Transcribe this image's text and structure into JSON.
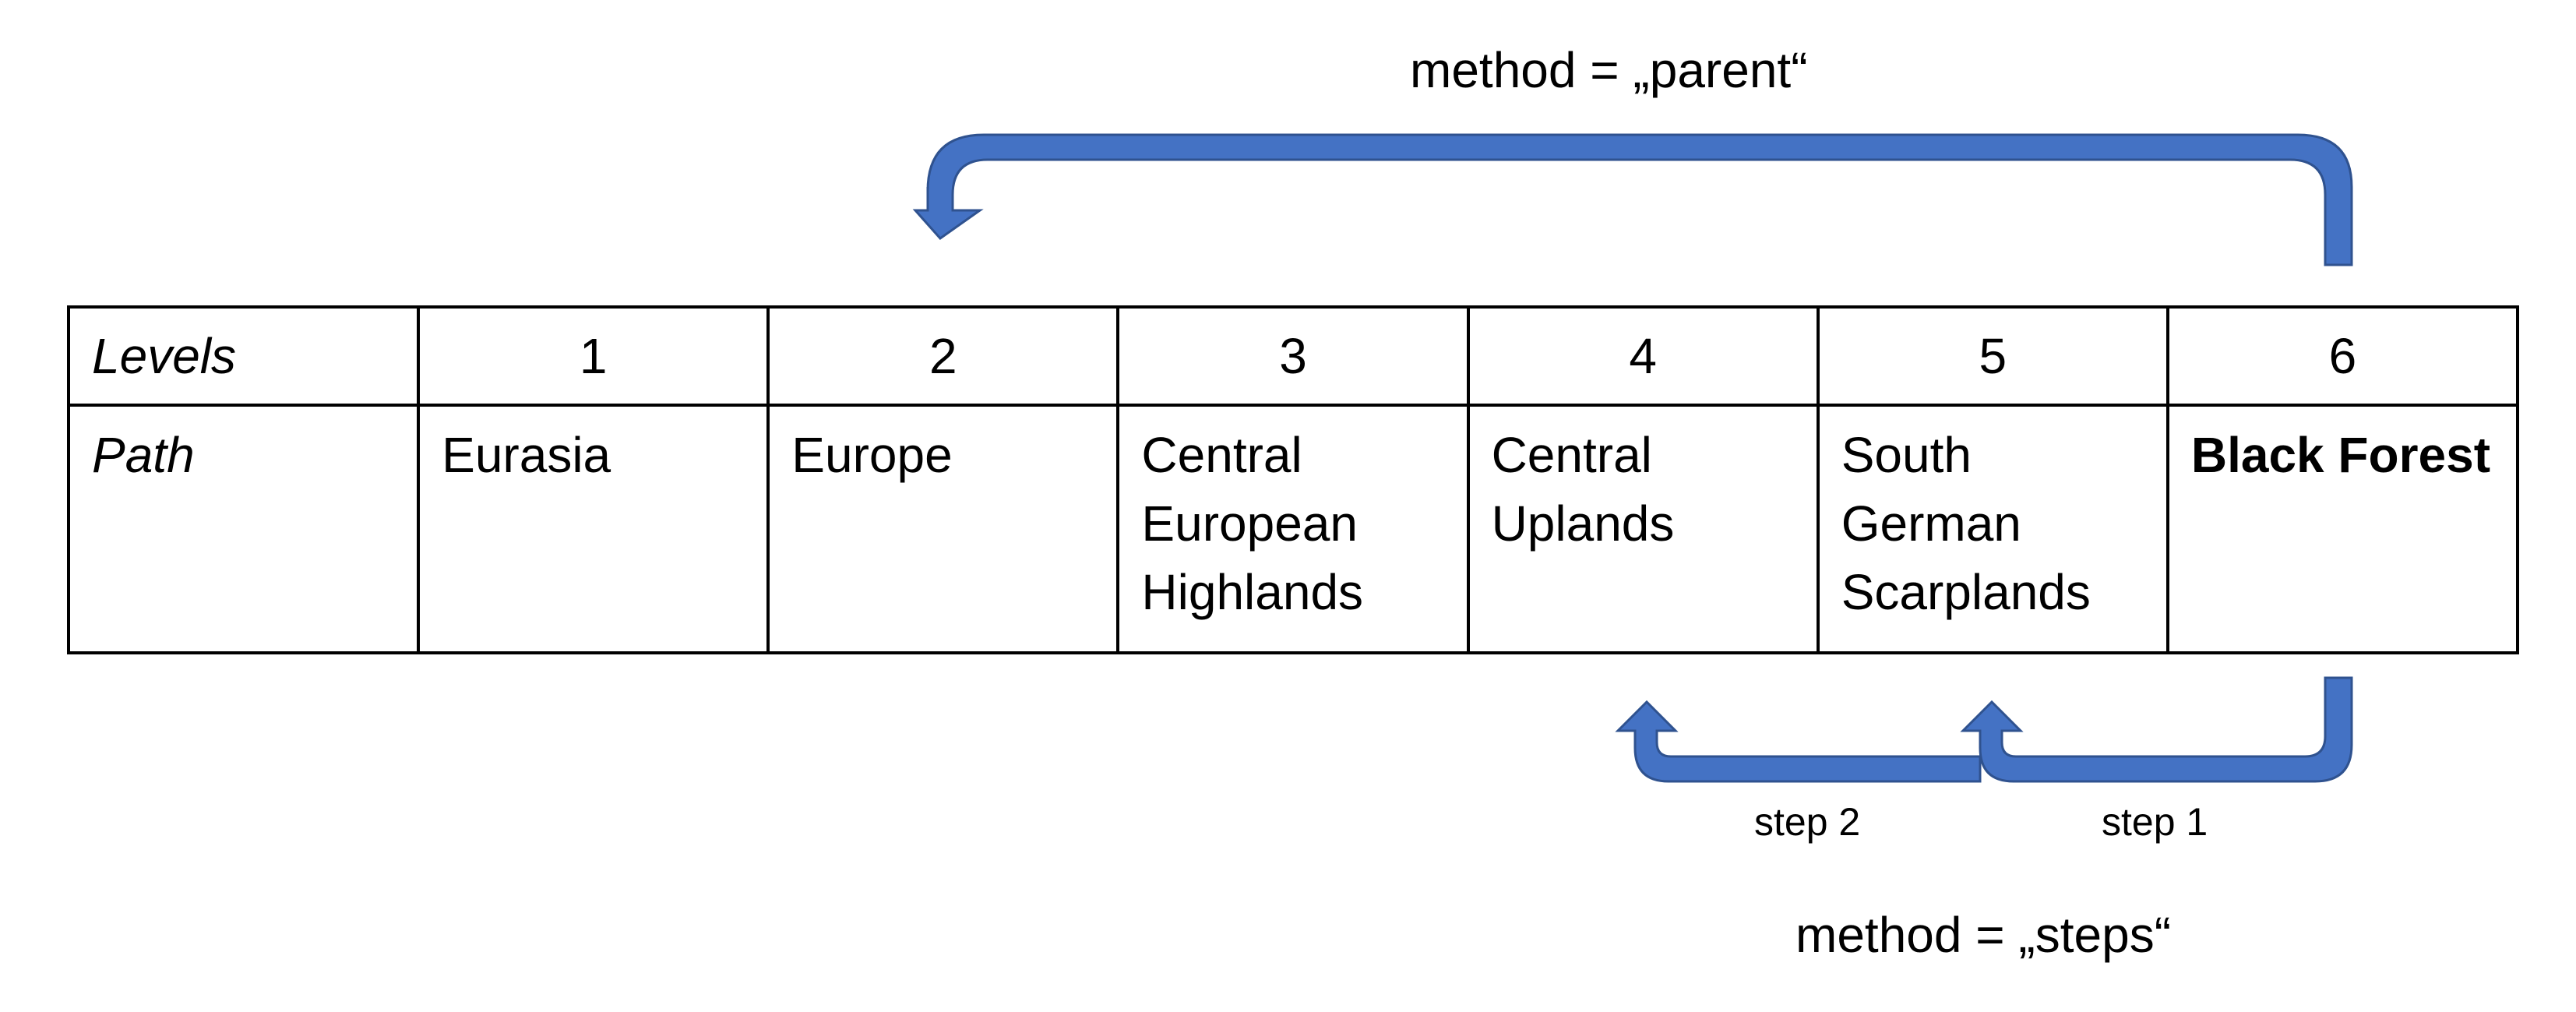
{
  "labels": {
    "method_parent": "method = „parent“",
    "method_steps": "method = „steps“",
    "step1": "step 1",
    "step2": "step 2"
  },
  "table": {
    "row_headers": [
      "Levels",
      "Path"
    ],
    "levels": [
      "1",
      "2",
      "3",
      "4",
      "5",
      "6"
    ],
    "path": [
      "Eurasia",
      "Europe",
      "Central European Highlands",
      "Central Uplands",
      "South German Scarplands",
      "Black Forest"
    ]
  },
  "colors": {
    "arrow_fill": "#4472C4",
    "arrow_stroke": "#2F528F",
    "border": "#000000"
  }
}
